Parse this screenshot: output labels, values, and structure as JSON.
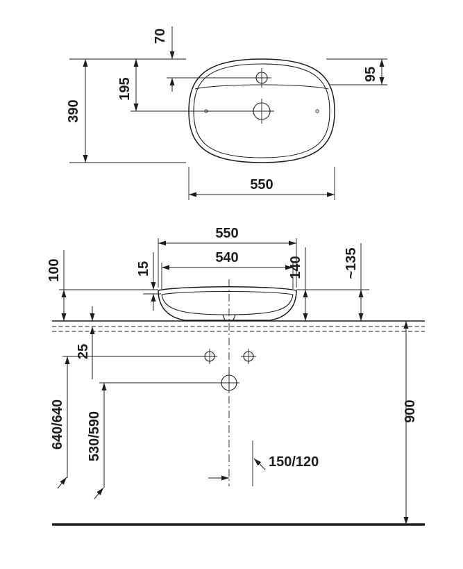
{
  "drawing": {
    "kind": "washbasin technical installation drawing",
    "line_color": "#1d1d1b",
    "background": "#ffffff",
    "top_view": {
      "overall_width": "550",
      "overall_depth": "390",
      "drain_center_depth": "195",
      "faucet_center_depth": "70",
      "rear_edge_depth": "95"
    },
    "front_view": {
      "overall_width": "550",
      "inner_width": "540",
      "rim_height": "15",
      "front_height": "100",
      "total_height": "140",
      "approx_height": "~135",
      "counter_offset": "25",
      "supply_height": "640/640",
      "trap_height": "530/590",
      "drain_lateral_offset": "150/120",
      "install_height": "900"
    }
  }
}
